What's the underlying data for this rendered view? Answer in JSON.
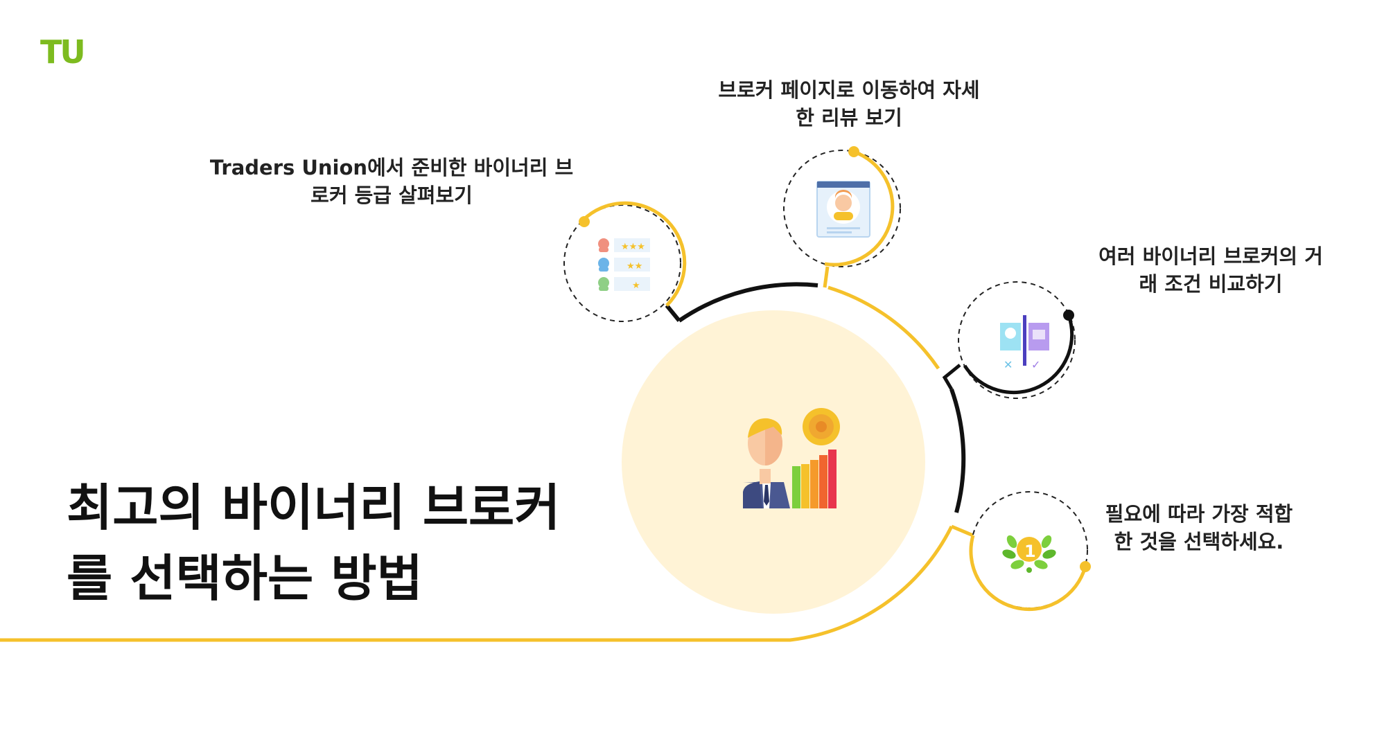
{
  "brand": {
    "logo_text": "TU",
    "logo_color": "#7dbb1f"
  },
  "title": "최고의 바이너리 브로커를 선택하는 방법",
  "steps": [
    {
      "caption": "Traders Union에서 준비한 바이너리 브로커 등급 살펴보기",
      "icon": "rating-list-icon"
    },
    {
      "caption": "브로커 페이지로 이동하여 자세한 리뷰 보기",
      "icon": "profile-page-icon"
    },
    {
      "caption": "여러 바이너리 브로커의 거래 조건 비교하기",
      "icon": "compare-icon"
    },
    {
      "caption": "필요에 따라 가장 적합한 것을 선택하세요.",
      "icon": "first-place-award-icon"
    }
  ],
  "center": {
    "icon": "businessman-growth-chart-icon"
  },
  "colors": {
    "accent_yellow": "#f5c12b",
    "center_fill": "#fff3d6",
    "dark_line": "#111111",
    "brand_green": "#7dbb1f"
  }
}
